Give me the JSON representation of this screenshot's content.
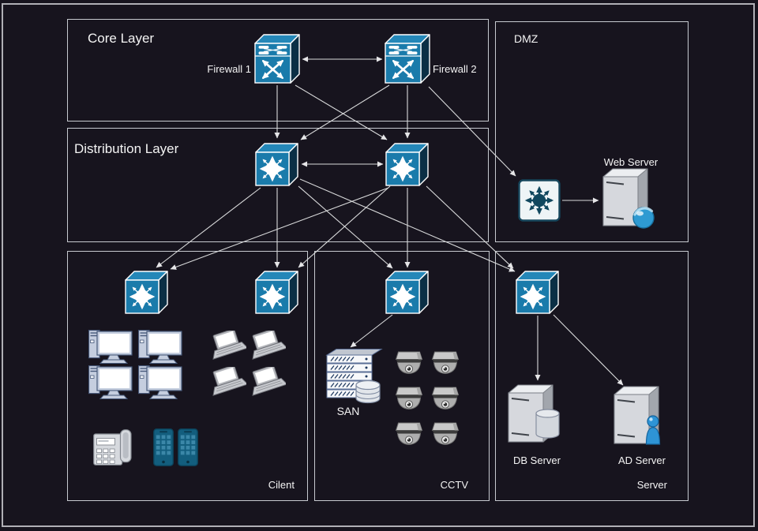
{
  "diagram": {
    "regions": {
      "core": {
        "title": "Core Layer"
      },
      "distribution": {
        "title": "Distribution Layer"
      },
      "dmz": {
        "title": "DMZ"
      },
      "client": {
        "label": "Cilent"
      },
      "cctv": {
        "label": "CCTV"
      },
      "server": {
        "label": "Server"
      }
    },
    "labels": {
      "firewall1": "Firewall 1",
      "firewall2": "Firewall 2",
      "web_server": "Web Server",
      "san": "SAN",
      "db_server": "DB Server",
      "ad_server": "AD Server"
    },
    "nodes": [
      {
        "id": "firewall1",
        "type": "firewall",
        "label": "Firewall 1",
        "region": "core"
      },
      {
        "id": "firewall2",
        "type": "firewall",
        "label": "Firewall 2",
        "region": "core"
      },
      {
        "id": "dist-switch-1",
        "type": "multilayer-switch",
        "region": "distribution"
      },
      {
        "id": "dist-switch-2",
        "type": "multilayer-switch",
        "region": "distribution"
      },
      {
        "id": "dmz-switch",
        "type": "switch",
        "region": "dmz"
      },
      {
        "id": "web-server",
        "type": "server",
        "label": "Web Server",
        "region": "dmz"
      },
      {
        "id": "client-switch-1",
        "type": "multilayer-switch",
        "region": "client"
      },
      {
        "id": "client-switch-2",
        "type": "multilayer-switch",
        "region": "client"
      },
      {
        "id": "cctv-switch",
        "type": "multilayer-switch",
        "region": "cctv"
      },
      {
        "id": "server-switch",
        "type": "multilayer-switch",
        "region": "server"
      },
      {
        "id": "san",
        "type": "storage-array",
        "label": "SAN",
        "region": "cctv"
      },
      {
        "id": "db-server",
        "type": "server",
        "label": "DB Server",
        "region": "server"
      },
      {
        "id": "ad-server",
        "type": "server",
        "label": "AD Server",
        "region": "server"
      }
    ],
    "device_groups": {
      "client": {
        "desktop_pcs": 4,
        "laptops": 4,
        "desk_phones": 1,
        "smartphones": 2
      },
      "cctv": {
        "dome_cameras": 6
      }
    },
    "connections": [
      {
        "from": "firewall1",
        "to": "firewall2",
        "bidirectional": true
      },
      {
        "from": "firewall1",
        "to": "dist-switch-1"
      },
      {
        "from": "firewall1",
        "to": "dist-switch-2"
      },
      {
        "from": "firewall2",
        "to": "dist-switch-1"
      },
      {
        "from": "firewall2",
        "to": "dist-switch-2"
      },
      {
        "from": "firewall2",
        "to": "dmz-switch"
      },
      {
        "from": "dist-switch-1",
        "to": "dist-switch-2",
        "bidirectional": true
      },
      {
        "from": "dist-switch-1",
        "to": "client-switch-1"
      },
      {
        "from": "dist-switch-1",
        "to": "client-switch-2"
      },
      {
        "from": "dist-switch-1",
        "to": "cctv-switch"
      },
      {
        "from": "dist-switch-1",
        "to": "server-switch"
      },
      {
        "from": "dist-switch-2",
        "to": "client-switch-1"
      },
      {
        "from": "dist-switch-2",
        "to": "client-switch-2"
      },
      {
        "from": "dist-switch-2",
        "to": "cctv-switch"
      },
      {
        "from": "dist-switch-2",
        "to": "server-switch"
      },
      {
        "from": "dmz-switch",
        "to": "web-server"
      },
      {
        "from": "cctv-switch",
        "to": "san"
      },
      {
        "from": "server-switch",
        "to": "db-server"
      },
      {
        "from": "server-switch",
        "to": "ad-server"
      }
    ],
    "colors": {
      "background": "#17141e",
      "region_border": "#c7cad0",
      "connector": "#d9dadb",
      "device_blue": "#1a7bab",
      "device_blue_dark": "#0b2f45",
      "smartphone_teal": "#135e7e",
      "text": "#f4f4f4"
    }
  }
}
